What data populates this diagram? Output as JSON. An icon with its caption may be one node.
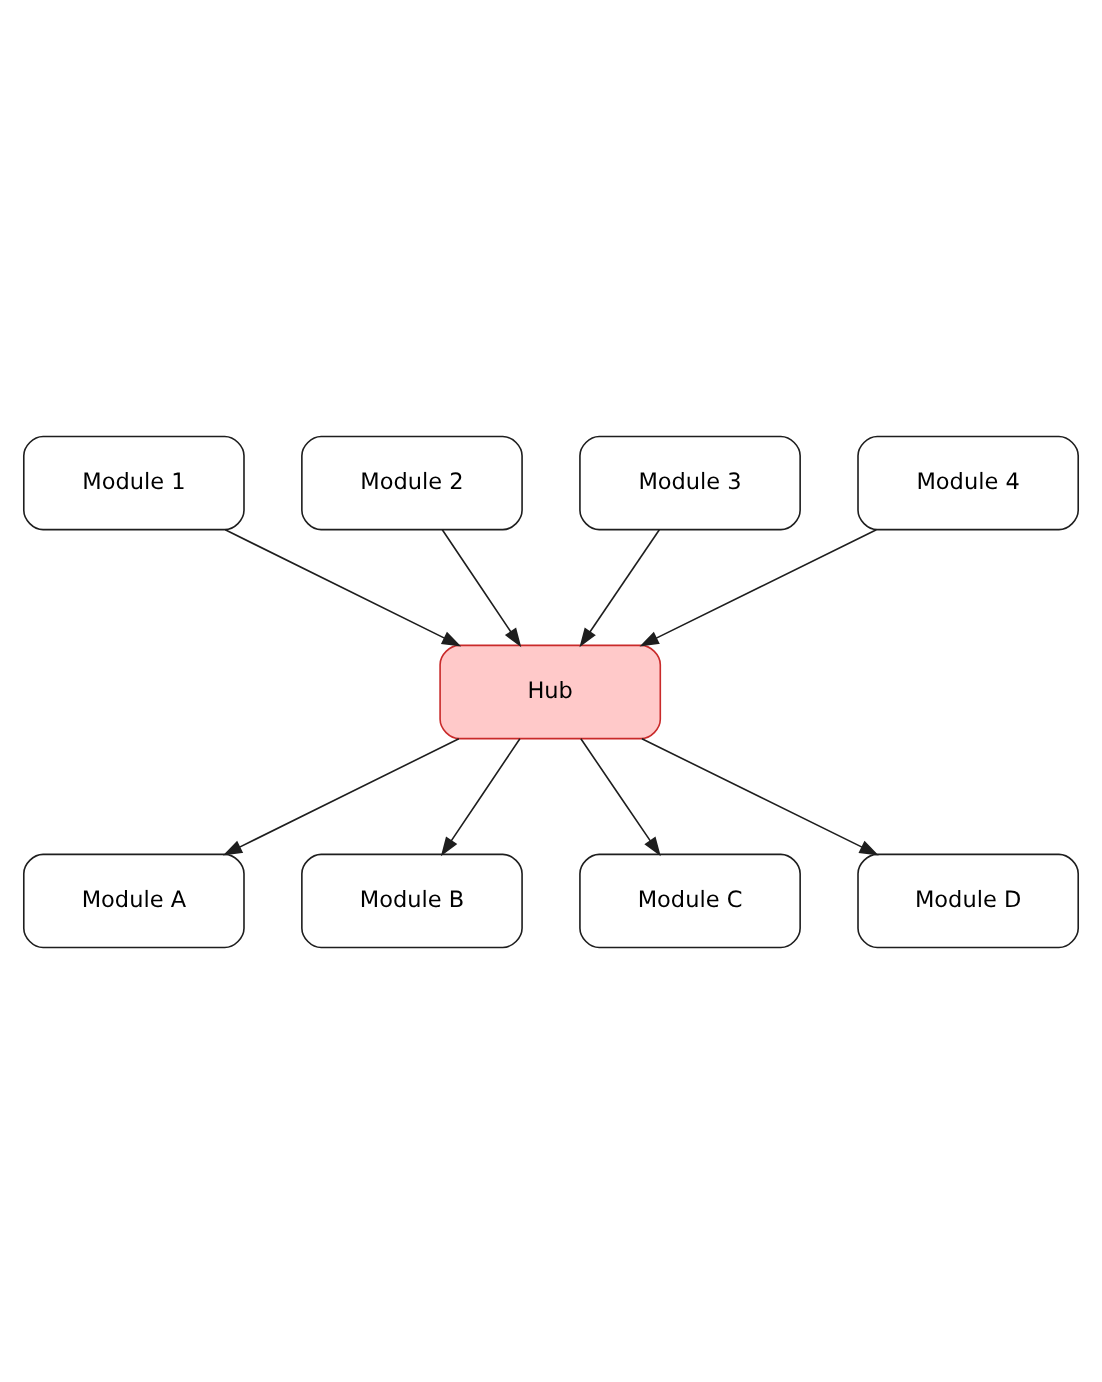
{
  "diagram": {
    "nodes": [
      {
        "text": [
          "Module 1"
        ]
      },
      {
        "text": [
          "Module 2"
        ]
      },
      {
        "text": [
          "Module 3"
        ]
      },
      {
        "text": [
          "Module 4"
        ]
      },
      {
        "text": [
          "Hub"
        ]
      },
      {
        "text": [
          "Module A"
        ]
      },
      {
        "text": [
          "Module B"
        ]
      },
      {
        "text": [
          "Module C"
        ]
      },
      {
        "text": [
          "Module D"
        ]
      }
    ],
    "edges": [
      {
        "from": 0,
        "to": 4,
        "arrow": "to"
      },
      {
        "from": 1,
        "to": 4,
        "arrow": "to"
      },
      {
        "from": 2,
        "to": 4,
        "arrow": "to"
      },
      {
        "from": 3,
        "to": 4,
        "arrow": "to"
      },
      {
        "from": 4,
        "to": 5,
        "arrow": "to"
      },
      {
        "from": 4,
        "to": 6,
        "arrow": "to"
      },
      {
        "from": 4,
        "to": 7,
        "arrow": "to"
      },
      {
        "from": 4,
        "to": 8,
        "arrow": "to"
      }
    ]
  }
}
